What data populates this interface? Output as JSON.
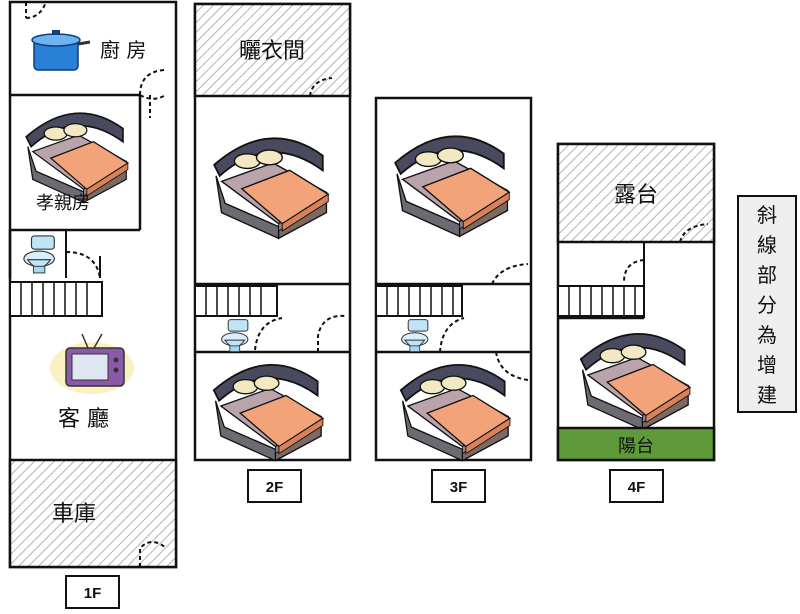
{
  "floors": {
    "f1": {
      "label": "1F",
      "rooms": {
        "kitchen": "廚 房",
        "parents_room": "孝親房",
        "living_room": "客 廳",
        "garage": "車庫"
      }
    },
    "f2": {
      "label": "2F",
      "rooms": {
        "laundry_room": "曬衣間"
      }
    },
    "f3": {
      "label": "3F"
    },
    "f4": {
      "label": "4F",
      "rooms": {
        "terrace": "露台",
        "balcony": "陽台"
      }
    }
  },
  "note": {
    "text": "斜線部分為增建",
    "chars": [
      "斜",
      "線",
      "部",
      "分",
      "為",
      "增",
      "建"
    ]
  },
  "icons": {
    "bed": "bed-icon",
    "toilet": "toilet-icon",
    "pot": "cooking-pot-icon",
    "tv": "television-icon",
    "stairs": "stairs-icon",
    "door": "door-swing-icon"
  },
  "colors": {
    "hatch": "#b8b8b8",
    "balcony_green": "#5e9a3a",
    "bed_frame": "#4a4a5e",
    "bed_blanket": "#f3a37a",
    "pot_blue": "#2a7fd6",
    "tv_purple": "#8a5aa8"
  }
}
